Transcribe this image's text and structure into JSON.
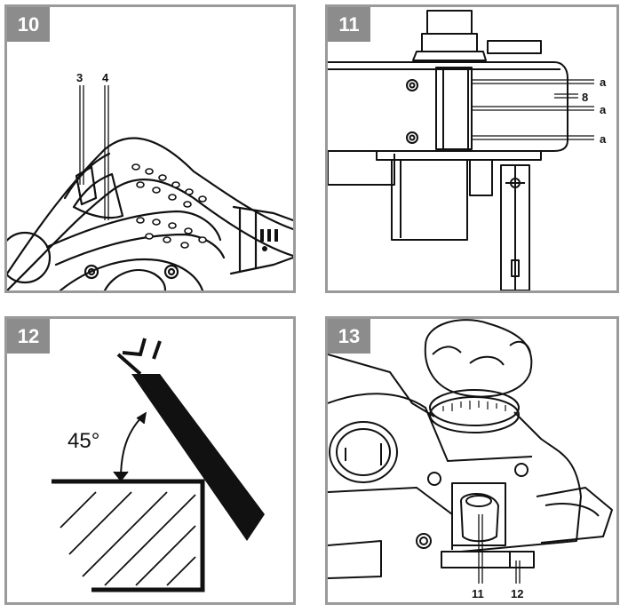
{
  "figures": [
    {
      "number": "10",
      "callouts": [
        "3",
        "4"
      ]
    },
    {
      "number": "11",
      "callouts": [
        "a",
        "8",
        "a",
        "a"
      ]
    },
    {
      "number": "12",
      "angle_label": "45°"
    },
    {
      "number": "13",
      "callouts": [
        "11",
        "12"
      ]
    }
  ]
}
